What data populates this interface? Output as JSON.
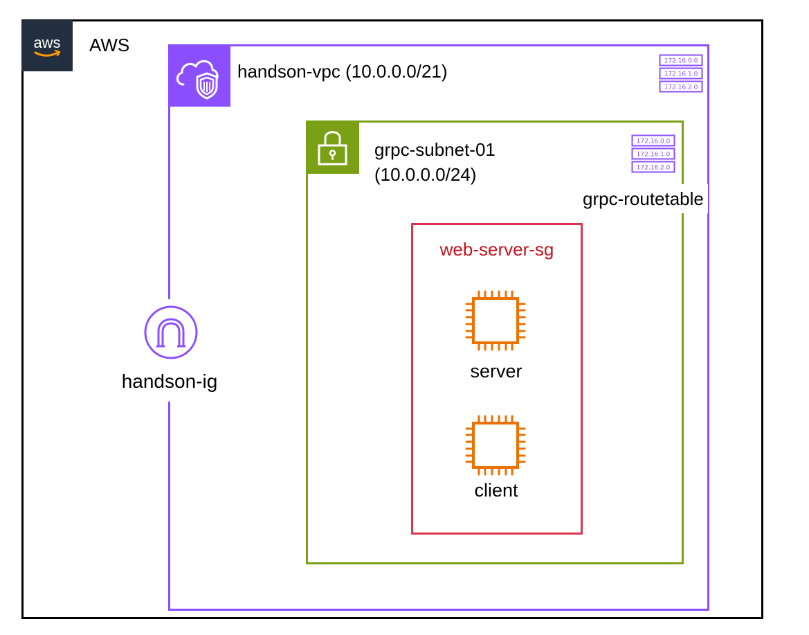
{
  "aws": {
    "title": "AWS",
    "logo_text": "aws",
    "colors": {
      "border": "#000000",
      "logo_bg": "#232f3e"
    }
  },
  "vpc": {
    "title": "handson-vpc (10.0.0.0/21)",
    "icon": "vpc-icon",
    "color": "#8c4fff"
  },
  "subnet": {
    "title_line1": "grpc-subnet-01",
    "title_line2": "(10.0.0.0/24)",
    "icon": "lock-icon",
    "color": "#7aa116"
  },
  "route_table": {
    "label": "grpc-routetable",
    "entries": [
      "172.16.0.0",
      "172.16.1.0",
      "172.16.2.0"
    ],
    "icon": "route-table-icon"
  },
  "security_group": {
    "title": "web-server-sg",
    "color": "#dd344c",
    "text_color": "#c7131f"
  },
  "internet_gateway": {
    "label": "handson-ig",
    "icon": "internet-gateway-icon"
  },
  "instances": [
    {
      "label": "server",
      "icon": "ec2-instance-icon"
    },
    {
      "label": "client",
      "icon": "ec2-instance-icon"
    }
  ],
  "colors": {
    "ec2": "#ed7100"
  }
}
